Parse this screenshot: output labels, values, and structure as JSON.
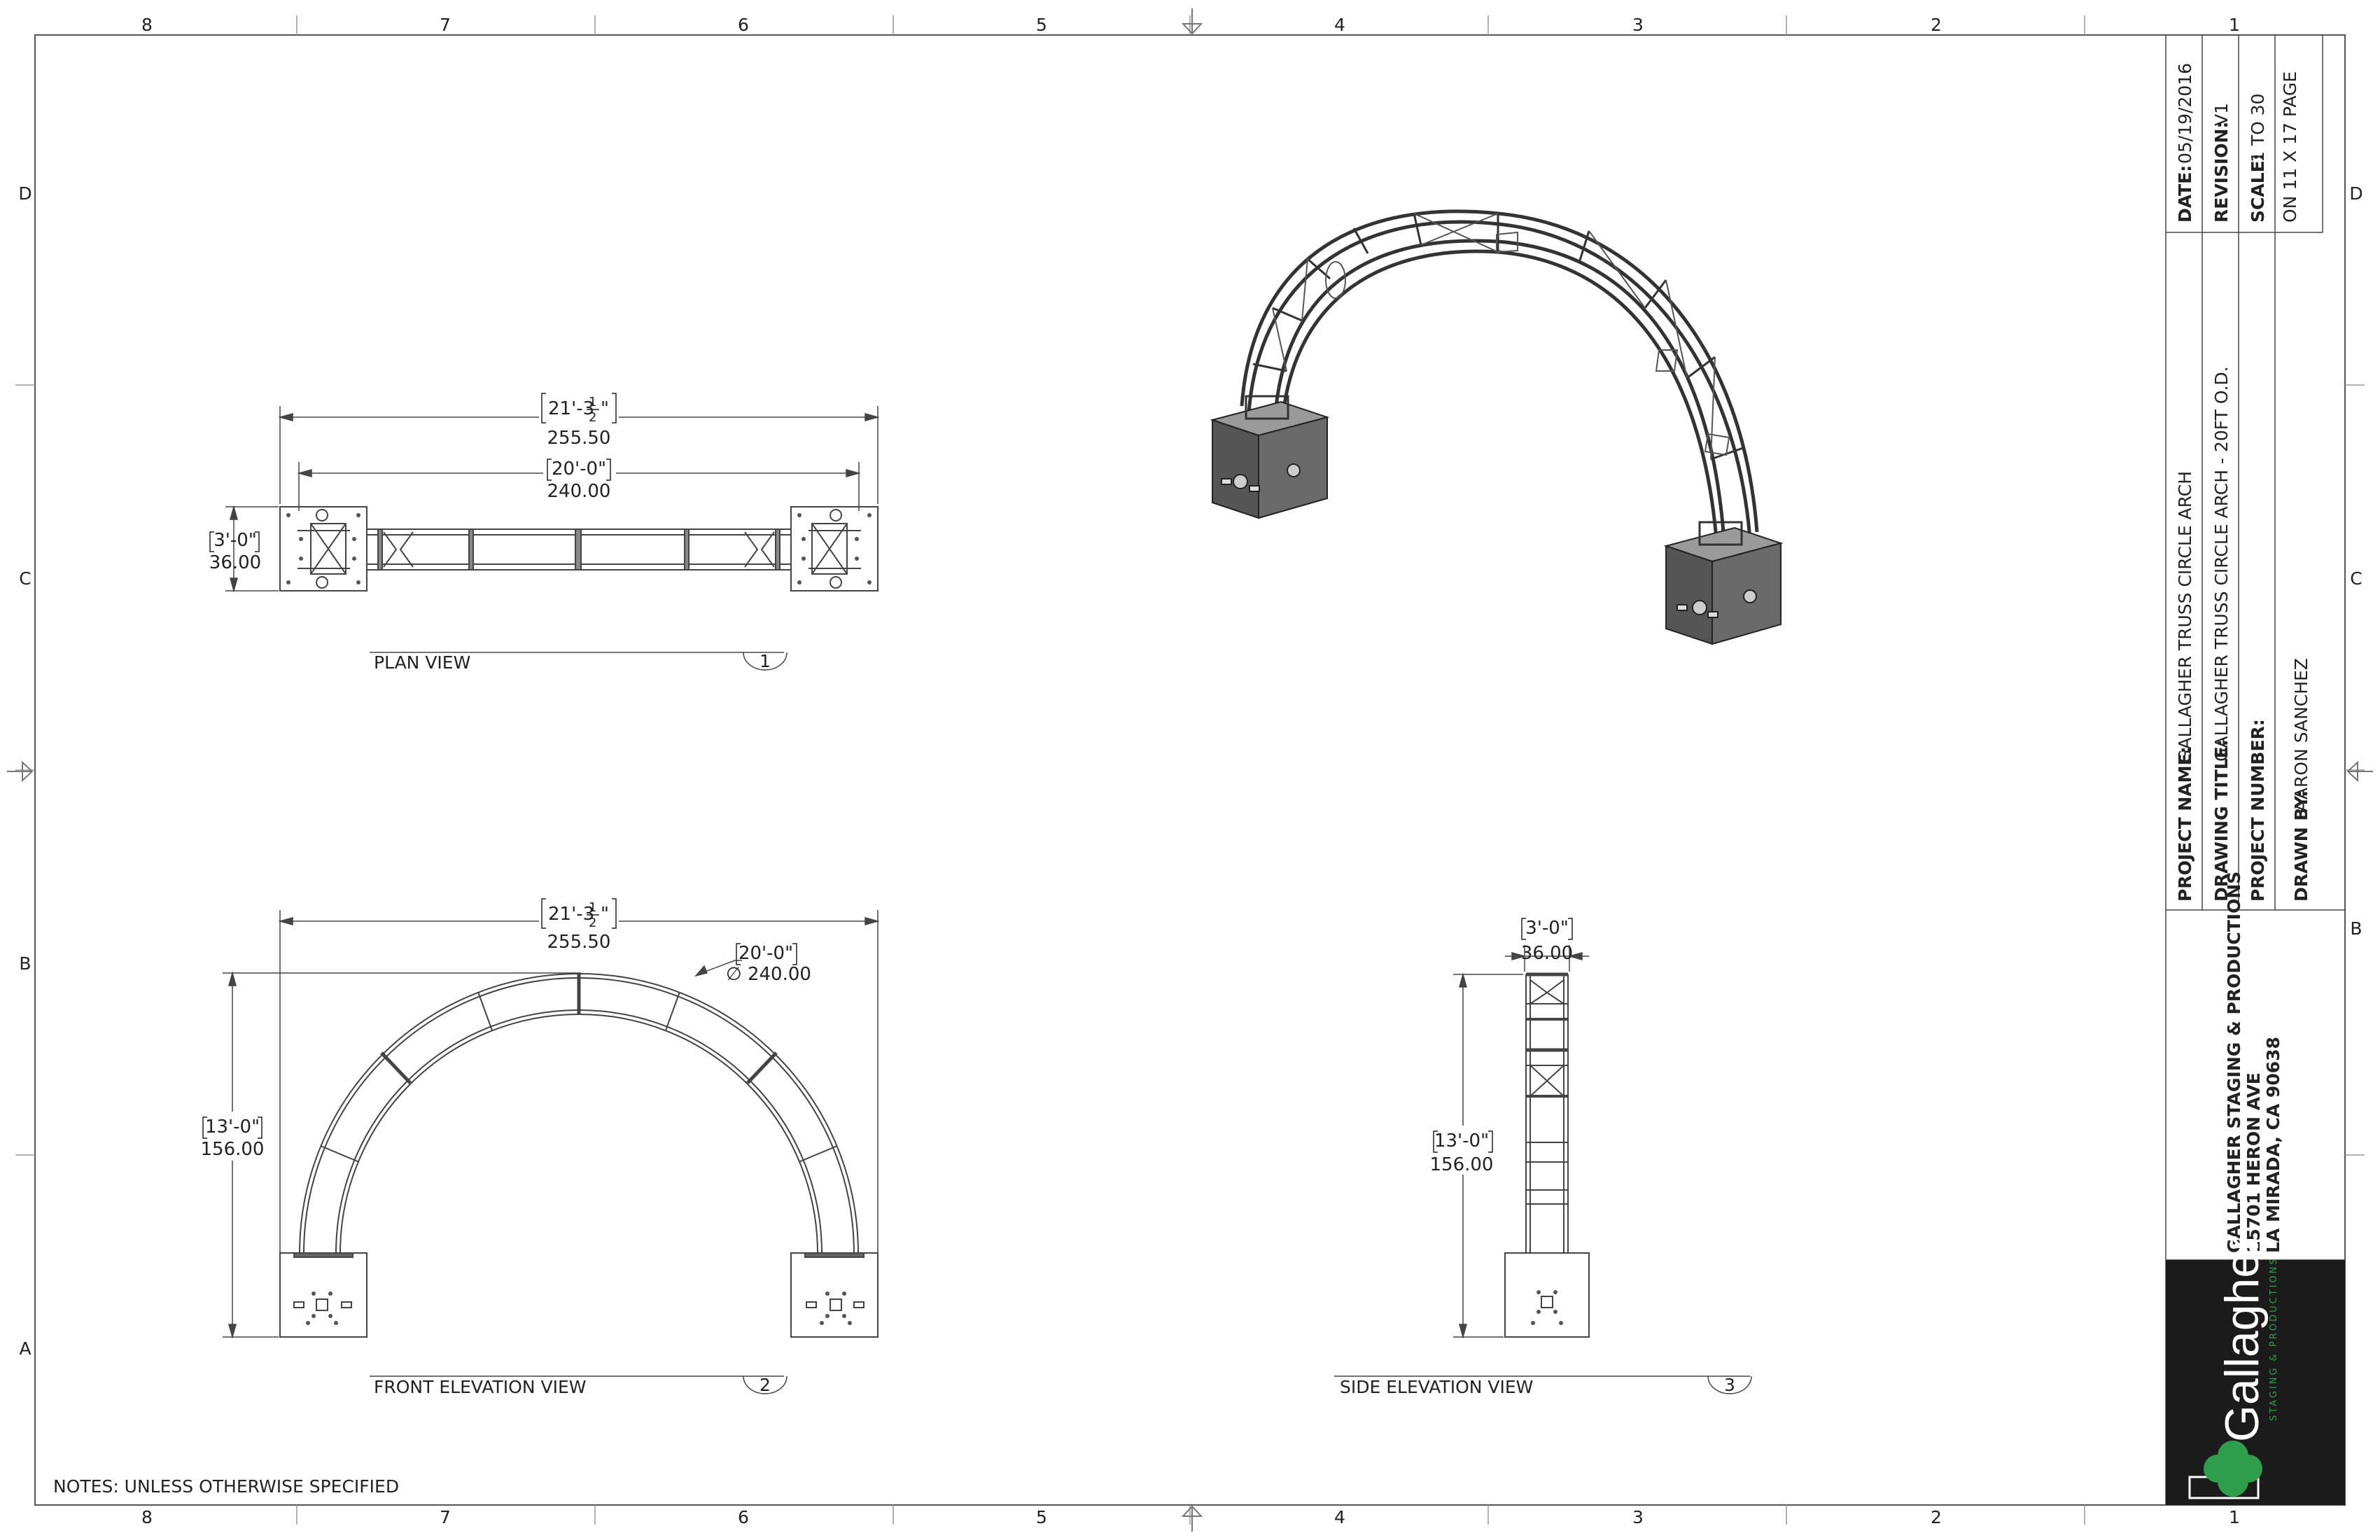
{
  "border": {
    "cols": [
      "8",
      "7",
      "6",
      "5",
      "4",
      "3",
      "2",
      "1"
    ],
    "rows": [
      "D",
      "C",
      "B",
      "A"
    ]
  },
  "plan_view": {
    "label": "PLAN VIEW",
    "number": "1",
    "dim_overall_imperial": "21'-3",
    "dim_overall_frac_num": "1",
    "dim_overall_frac_den": "2",
    "dim_overall_inch": "\"",
    "dim_overall_metric": "255.50",
    "dim_span_imperial": "20'-0\"",
    "dim_span_metric": "240.00",
    "dim_depth_imperial": "3'-0\"",
    "dim_depth_metric": "36.00"
  },
  "front_view": {
    "label": "FRONT ELEVATION VIEW",
    "number": "2",
    "dim_overall_imperial": "21'-3",
    "dim_overall_frac_num": "1",
    "dim_overall_frac_den": "2",
    "dim_overall_inch": "\"",
    "dim_overall_metric": "255.50",
    "dim_dia_imperial": "20'-0\"",
    "dim_dia_metric": "∅ 240.00",
    "dim_height_imperial": "13'-0\"",
    "dim_height_metric": "156.00"
  },
  "side_view": {
    "label": "SIDE ELEVATION VIEW",
    "number": "3",
    "dim_width_imperial": "3'-0\"",
    "dim_width_metric": "36.00",
    "dim_height_imperial": "13'-0\"",
    "dim_height_metric": "156.00"
  },
  "notes": "NOTES: UNLESS OTHERWISE SPECIFIED",
  "title_block": {
    "date_label": "DATE:",
    "date_value": "05/19/2016",
    "revision_label": "REVISION:",
    "revision_value": "V1",
    "scale_label": "SCALE:",
    "scale_value": "1 TO 30",
    "scale_note": "ON 11 X 17 PAGE",
    "project_name_label": "PROJECT NAME:",
    "project_name_value": "GALLAGHER TRUSS CIRCLE ARCH",
    "drawing_title_label": "DRAWING TITLE:",
    "drawing_title_value": "GALLAGHER TRUSS CIRCLE ARCH - 20FT O.D.",
    "project_number_label": "PROJECT NUMBER:",
    "drawn_by_label": "DRAWN BY:",
    "drawn_by_value": "AARON SANCHEZ",
    "company_name": "GALLAGHER STAGING & PRODUCTIONS",
    "company_street": "15701 HERON AVE",
    "company_city": "LA MIRADA, CA 90638",
    "logo_text": "Gallagher",
    "logo_sub": "STAGING & PRODUCTIONS"
  }
}
